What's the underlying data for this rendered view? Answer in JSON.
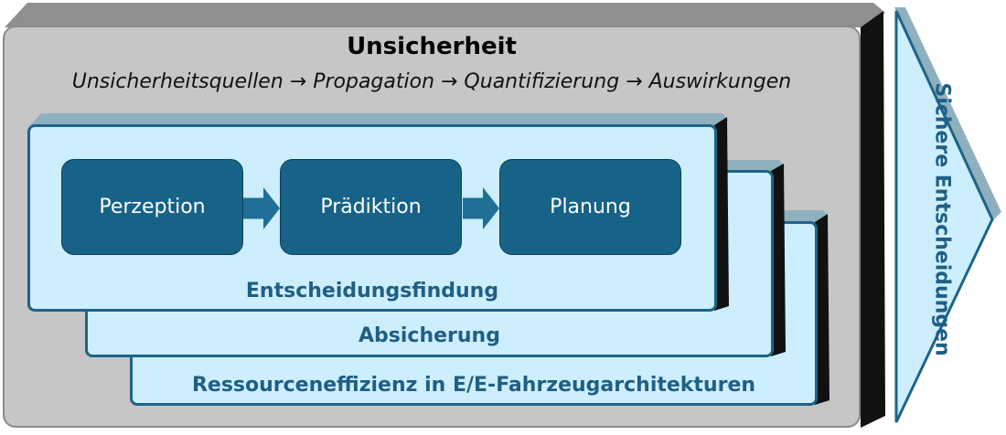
{
  "title": "Unsicherheit",
  "subtitle": "Unsicherheitsquellen → Propagation → Quantifizierung → Auswirkungen",
  "layers": [
    {
      "label": "Entscheidungsfindung"
    },
    {
      "label": "Absicherung"
    },
    {
      "label": "Ressourceneffizienz in E/E-Fahrzeugarchitekturen"
    }
  ],
  "steps": [
    "Perzeption",
    "Prädiktion",
    "Planung"
  ],
  "outcome": "Sichere Entscheidungen",
  "colors": {
    "dark_blue": "#176287",
    "light_blue": "#cdeefc",
    "text_blue": "#1f5f85",
    "grey": "#c6c6c6"
  }
}
